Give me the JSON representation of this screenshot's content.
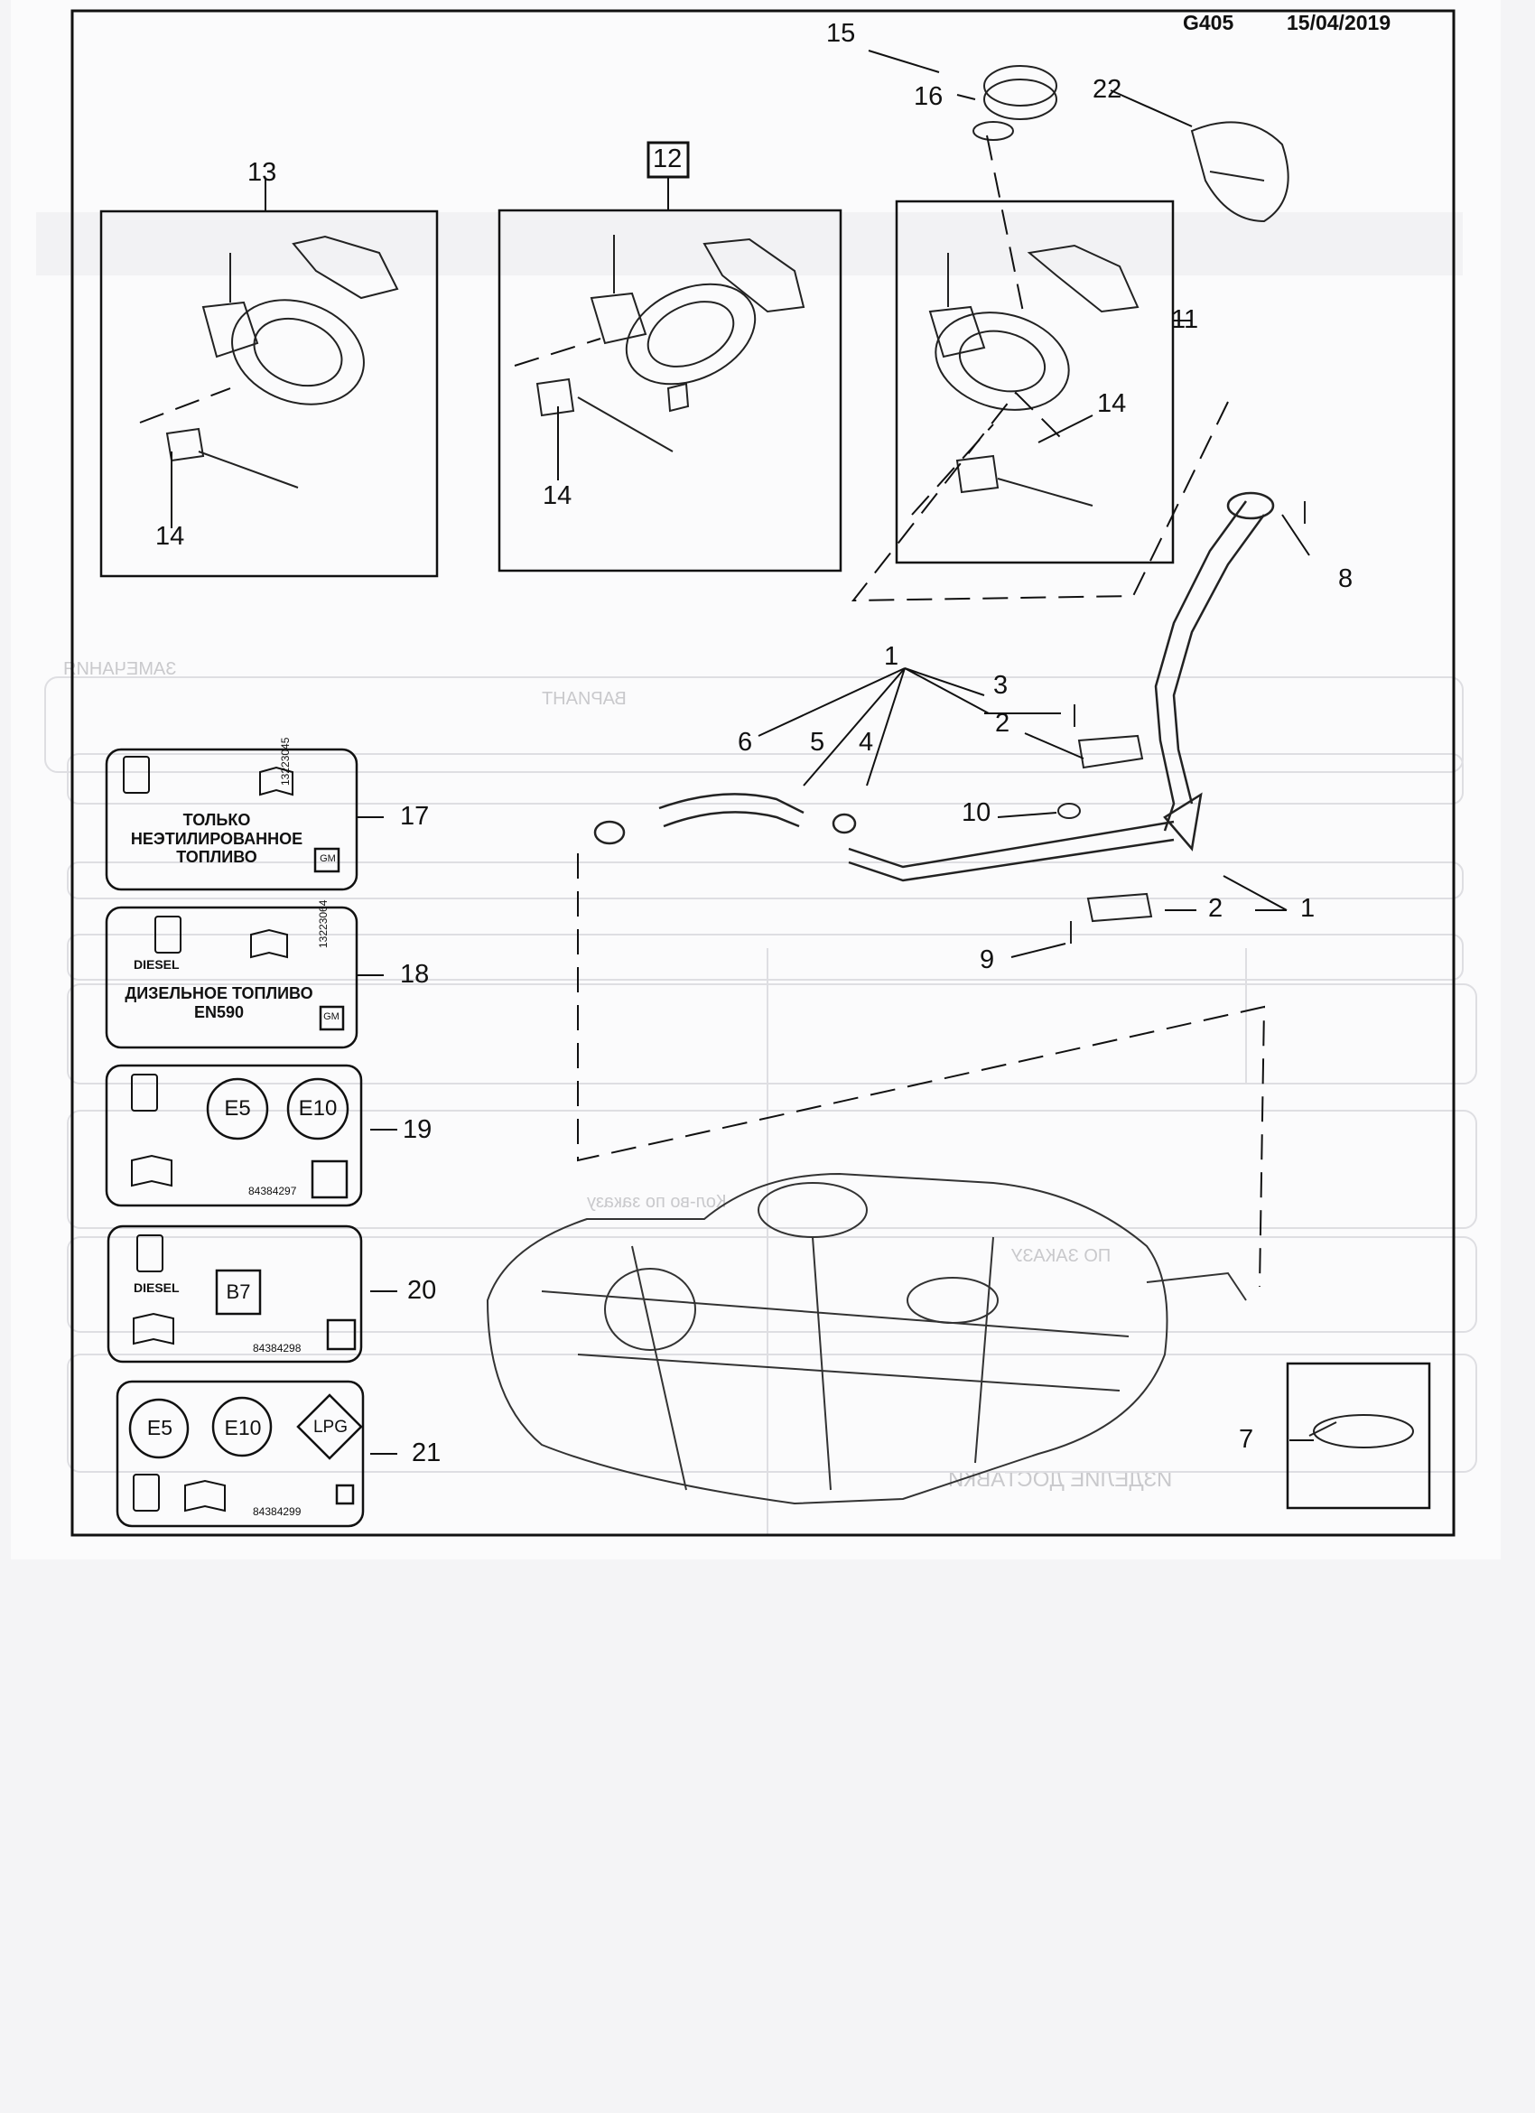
{
  "header": {
    "code": "G405",
    "date": "15/04/2019"
  },
  "callouts": {
    "c1": "1",
    "c2": "2",
    "c3": "3",
    "c4": "4",
    "c5": "5",
    "c6": "6",
    "c7": "7",
    "c8": "8",
    "c9": "9",
    "c10": "10",
    "c11": "11",
    "c12": "12",
    "c13": "13",
    "c14": "14",
    "c15": "15",
    "c16": "16",
    "c17": "17",
    "c18": "18",
    "c19": "19",
    "c20": "20",
    "c21": "21",
    "c22": "22"
  },
  "decals": {
    "d17": {
      "line1": "ТОЛЬКО",
      "line2": "НЕЭТИЛИРОВАННОЕ",
      "line3": "ТОПЛИВО",
      "partno": "13223045",
      "badge": "GM"
    },
    "d18": {
      "fuel": "DIESEL",
      "line1": "ДИЗЕЛЬНОЕ ТОПЛИВО",
      "line2": "EN590",
      "partno": "13223064",
      "badge": "GM"
    },
    "d19": {
      "e5": "E5",
      "e10": "E10",
      "partno": "84384297"
    },
    "d20": {
      "fuel": "DIESEL",
      "b7": "B7",
      "partno": "84384298"
    },
    "d21": {
      "e5": "E5",
      "e10": "E10",
      "lpg": "LPG",
      "partno": "84384299"
    }
  },
  "bleed_through": {
    "l1": "ЗАМЕЧАНИЯ",
    "l2": "ВАРИАНТ",
    "l3": "ПО ЗАКАЗУ",
    "l4": "Кол-во по заказу",
    "l5": "ИЗДЕЛИЕ ДОСТАВКИ"
  }
}
